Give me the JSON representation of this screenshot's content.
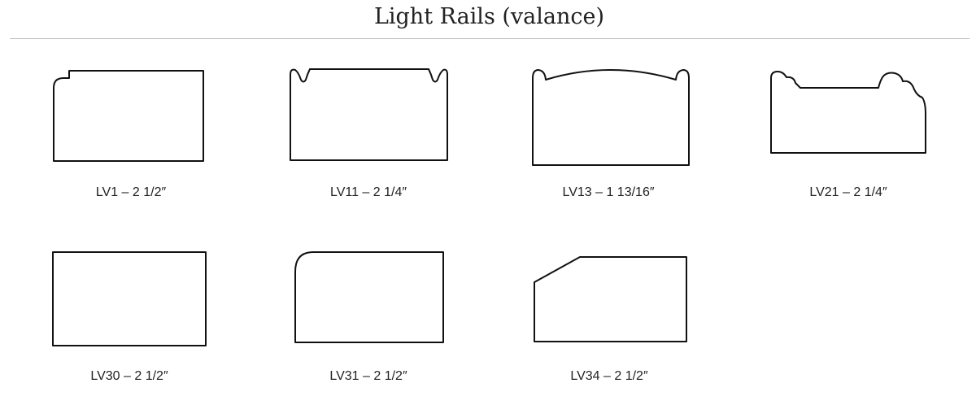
{
  "header": {
    "title": "Light Rails (valance)"
  },
  "profiles": [
    {
      "code": "LV1",
      "caption": "LV1 – 2 1/2″",
      "shape": "profile-lv1"
    },
    {
      "code": "LV11",
      "caption": "LV11 – 2 1/4″",
      "shape": "profile-lv11"
    },
    {
      "code": "LV13",
      "caption": "LV13 – 1 13/16″",
      "shape": "profile-lv13"
    },
    {
      "code": "LV21",
      "caption": "LV21 – 2 1/4″",
      "shape": "profile-lv21"
    },
    {
      "code": "LV30",
      "caption": "LV30 – 2 1/2″",
      "shape": "profile-lv30"
    },
    {
      "code": "LV31",
      "caption": "LV31 – 2 1/2″",
      "shape": "profile-lv31"
    },
    {
      "code": "LV34",
      "caption": "LV34 – 2 1/2″",
      "shape": "profile-lv34"
    }
  ]
}
